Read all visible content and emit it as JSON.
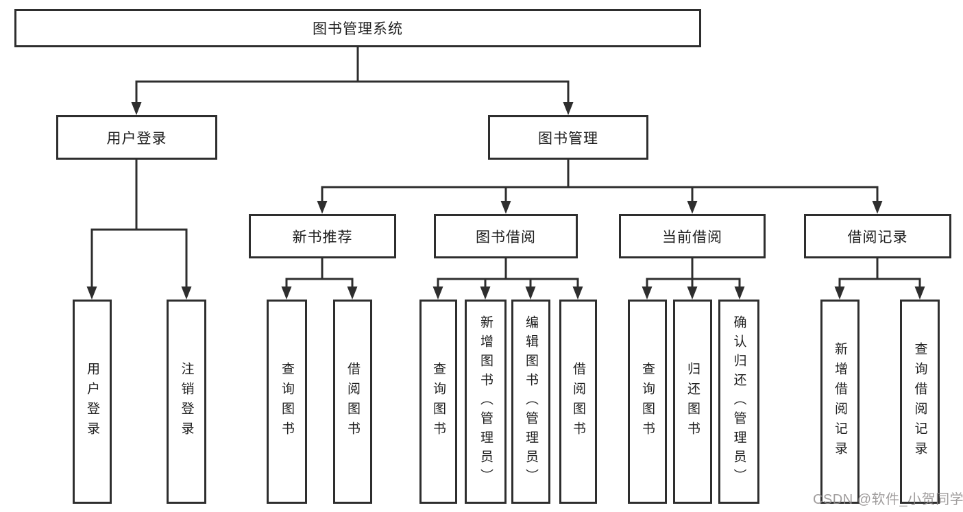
{
  "nodes": {
    "root": "图书管理系统",
    "user_login_group": "用户登录",
    "book_mgmt_group": "图书管理",
    "new_book_rec": "新书推荐",
    "book_borrow": "图书借阅",
    "current_borrow": "当前借阅",
    "borrow_record": "借阅记录",
    "user_login": "用户登录",
    "logout": "注销登录",
    "nb_query_book": "查询图书",
    "nb_borrow_book": "借阅图书",
    "bb_query_book": "查询图书",
    "bb_add_book": "新增图书（管理员）",
    "bb_edit_book": "编辑图书（管理员）",
    "bb_borrow_book": "借阅图书",
    "cb_query_book": "查询图书",
    "cb_return_book": "归还图书",
    "cb_confirm_return": "确认归还（管理员）",
    "br_add_record": "新增借阅记录",
    "br_query_record": "查询借阅记录"
  },
  "watermark": "CSDN @软件_小贺同学",
  "colors": {
    "line": "#2e2e2e",
    "box_border": "#2e2e2e",
    "box_background": "#ffffff",
    "text": "#1f1f1f",
    "watermark": "#918d8d",
    "background": "#ffffff"
  }
}
